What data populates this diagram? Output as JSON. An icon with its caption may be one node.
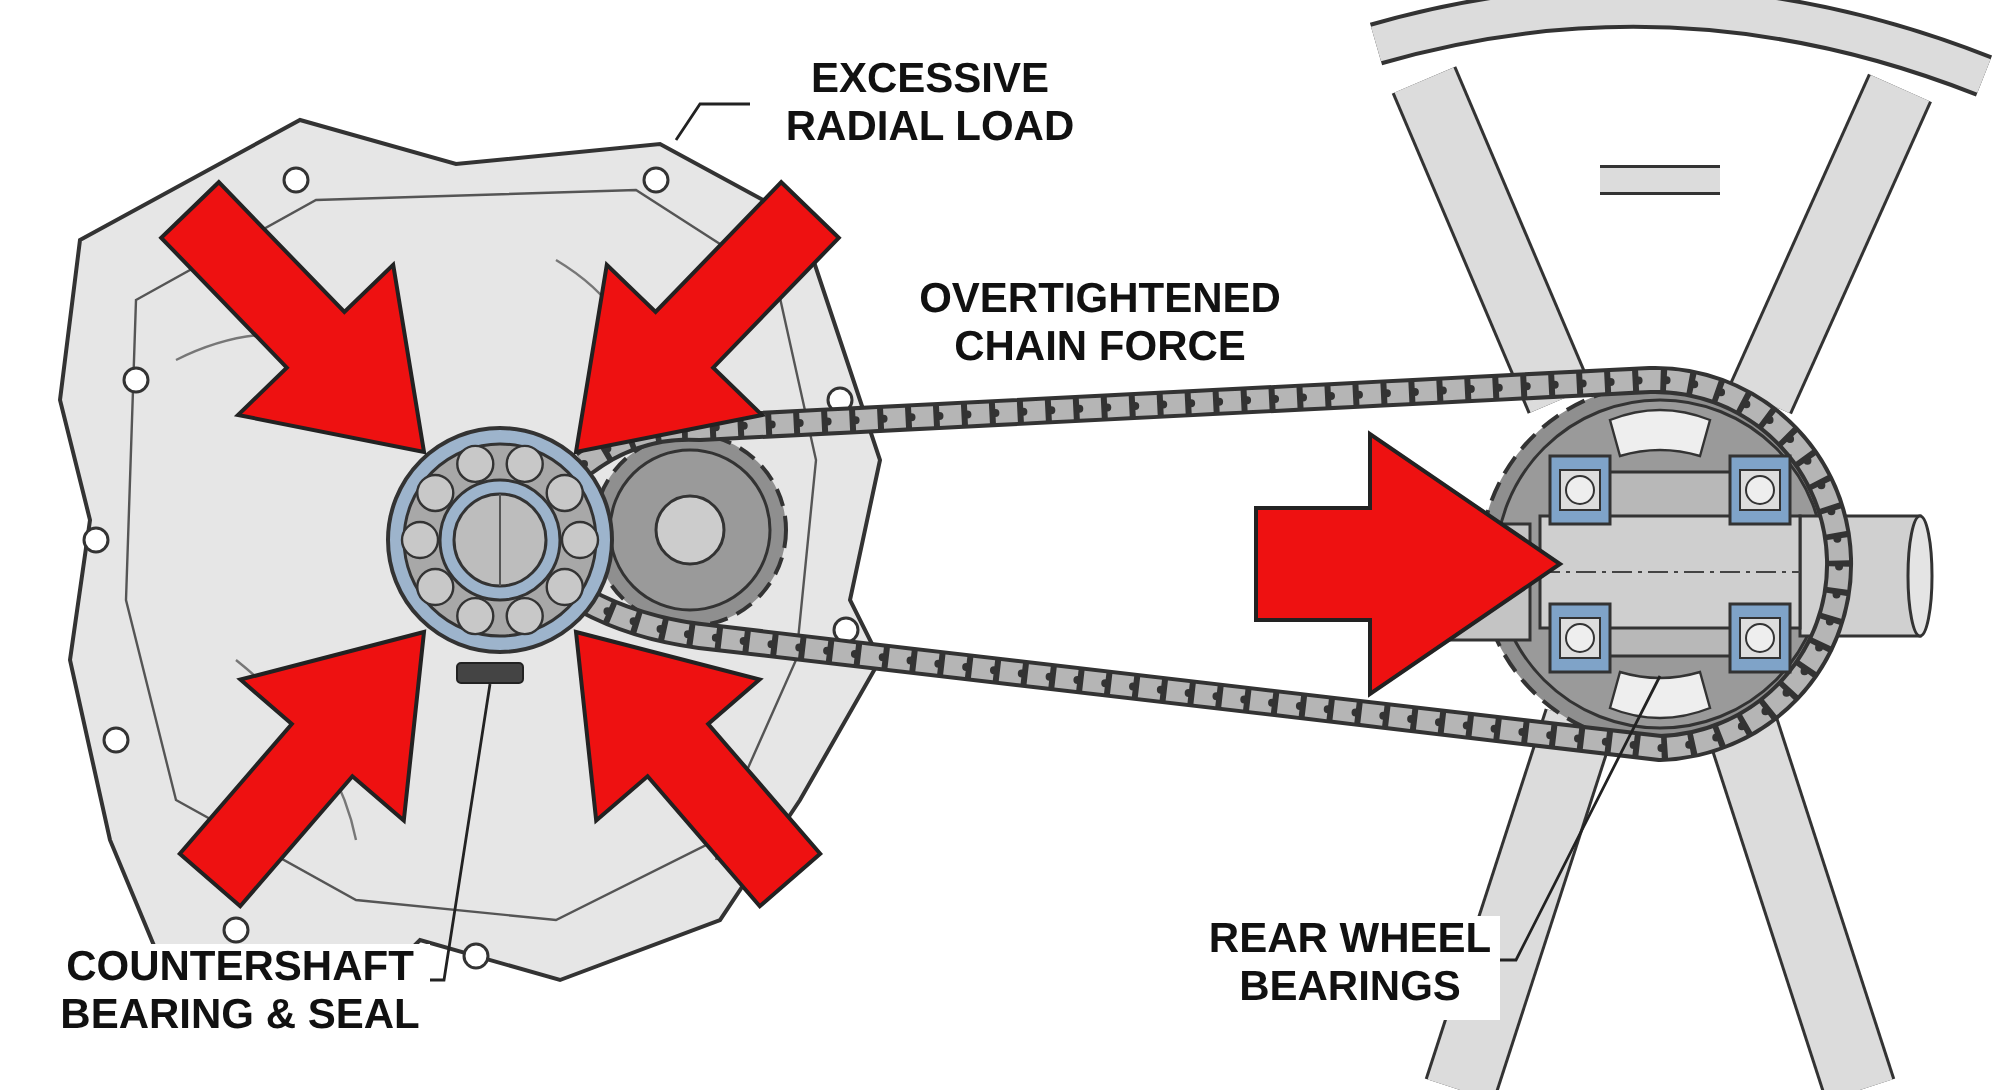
{
  "diagram": {
    "nodes": [
      {
        "text": [
          "EXCESSIVE RADIAL LOAD"
        ]
      },
      {
        "text": [],
        "shape": "picture"
      },
      {
        "text": [
          "COUNTERSHAFT BEARING & SEAL"
        ]
      },
      {
        "text": [],
        "shape": "box",
        "in": 1
      },
      {
        "text": [
          "REAR WHEEL BEARINGS"
        ]
      },
      {
        "text": [],
        "shape": "picture"
      }
    ],
    "edges": [
      {
        "from": 0,
        "to": 1,
        "arrow": "none"
      },
      {
        "from": 2,
        "to": 3,
        "arrow": "none"
      },
      {
        "from": 4,
        "to": 5,
        "arrow": "none"
      }
    ],
    "labels": [
      "OVERTIGHTENED CHAIN FORCE"
    ]
  }
}
